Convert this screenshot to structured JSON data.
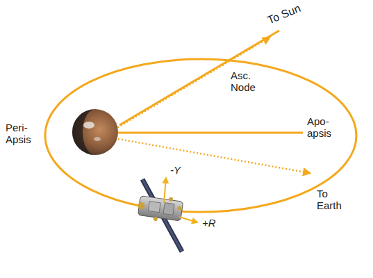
{
  "diagram": {
    "labels": [
      "To Sun",
      "Asc. Node",
      "Peri- Apsis",
      "Apo- apsis",
      "To Earth",
      "-Y",
      "+R"
    ]
  }
}
